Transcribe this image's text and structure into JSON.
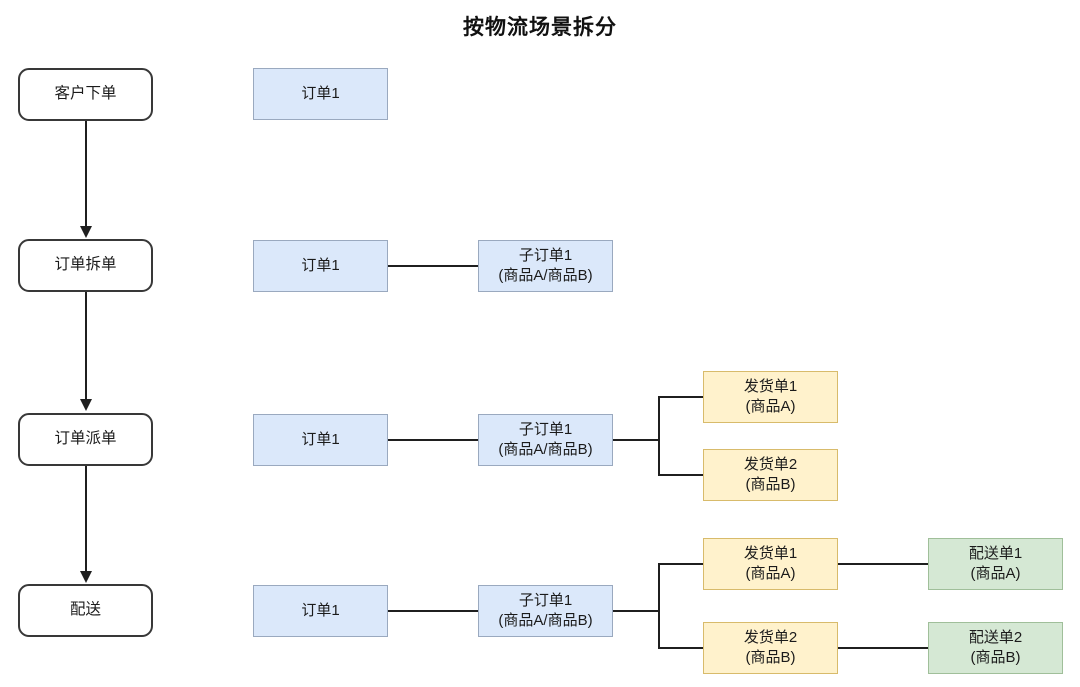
{
  "title": "按物流场景拆分",
  "colors": {
    "blue_fill": "#dbe8fa",
    "blue_border": "#9aa9bf",
    "yellow_fill": "#fff2cc",
    "yellow_border": "#d8bb6b",
    "green_fill": "#d5e8d4",
    "green_border": "#a0bf9a",
    "flow_border": "#383838",
    "line": "#1f1f1f"
  },
  "nodes": {
    "flow1": "客户下单",
    "flow2": "订单拆单",
    "flow3": "订单派单",
    "flow4": "配送",
    "r1_order": "订单1",
    "r2_order": "订单1",
    "r2_sub": "子订单1\n(商品A/商品B)",
    "r3_order": "订单1",
    "r3_sub": "子订单1\n(商品A/商品B)",
    "r3_ship1": "发货单1\n(商品A)",
    "r3_ship2": "发货单2\n(商品B)",
    "r4_order": "订单1",
    "r4_sub": "子订单1\n(商品A/商品B)",
    "r4_ship1": "发货单1\n(商品A)",
    "r4_ship2": "发货单2\n(商品B)",
    "r4_del1": "配送单1\n(商品A)",
    "r4_del2": "配送单2\n(商品B)"
  }
}
